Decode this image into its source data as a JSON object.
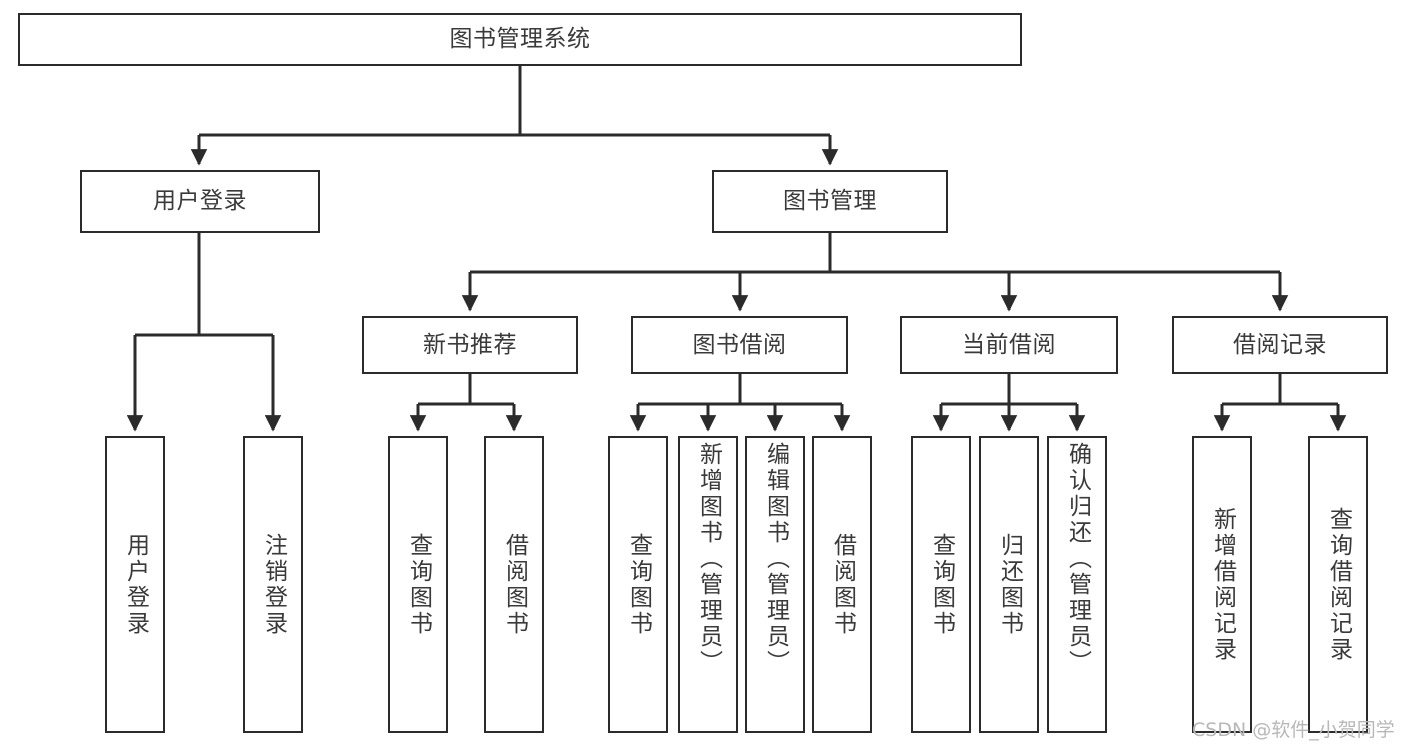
{
  "diagram": {
    "title": "图书管理系统",
    "type": "hierarchy-tree",
    "watermark": "CSDN @软件_小贺同学",
    "colors": {
      "stroke": "#2b2b2b",
      "text": "#3a3a3a",
      "background": "#ffffff",
      "watermark": "#b8b8b8"
    },
    "levels": {
      "root": {
        "id": "root",
        "label": "图书管理系统",
        "orientation": "horizontal"
      },
      "level2": [
        {
          "id": "user-login",
          "label": "用户登录",
          "orientation": "horizontal"
        },
        {
          "id": "book-manage",
          "label": "图书管理",
          "orientation": "horizontal"
        }
      ],
      "level3": [
        {
          "id": "new-book-recommend",
          "label": "新书推荐",
          "orientation": "horizontal",
          "parent": "book-manage"
        },
        {
          "id": "book-borrow",
          "label": "图书借阅",
          "orientation": "horizontal",
          "parent": "book-manage"
        },
        {
          "id": "current-borrow",
          "label": "当前借阅",
          "orientation": "horizontal",
          "parent": "book-manage"
        },
        {
          "id": "borrow-record",
          "label": "借阅记录",
          "orientation": "horizontal",
          "parent": "book-manage"
        }
      ],
      "leaves": [
        {
          "id": "leaf-user-login",
          "label": "用户登录",
          "parent": "user-login"
        },
        {
          "id": "leaf-logout-login",
          "label": "注销登录",
          "parent": "user-login"
        },
        {
          "id": "leaf-query-book-rec",
          "label": "查询图书",
          "parent": "new-book-recommend"
        },
        {
          "id": "leaf-borrow-book-rec",
          "label": "借阅图书",
          "parent": "new-book-recommend"
        },
        {
          "id": "leaf-query-book-borrow",
          "label": "查询图书",
          "parent": "book-borrow"
        },
        {
          "id": "leaf-add-book-admin",
          "label": "新增图书（管理员）",
          "parent": "book-borrow"
        },
        {
          "id": "leaf-edit-book-admin",
          "label": "编辑图书（管理员）",
          "parent": "book-borrow"
        },
        {
          "id": "leaf-borrow-book",
          "label": "借阅图书",
          "parent": "book-borrow"
        },
        {
          "id": "leaf-query-book-current",
          "label": "查询图书",
          "parent": "current-borrow"
        },
        {
          "id": "leaf-return-book",
          "label": "归还图书",
          "parent": "current-borrow"
        },
        {
          "id": "leaf-confirm-return-admin",
          "label": "确认归还（管理员）",
          "parent": "current-borrow"
        },
        {
          "id": "leaf-add-borrow-record",
          "label": "新增借阅记录",
          "parent": "borrow-record"
        },
        {
          "id": "leaf-query-borrow-record",
          "label": "查询借阅记录",
          "parent": "borrow-record"
        }
      ]
    }
  }
}
